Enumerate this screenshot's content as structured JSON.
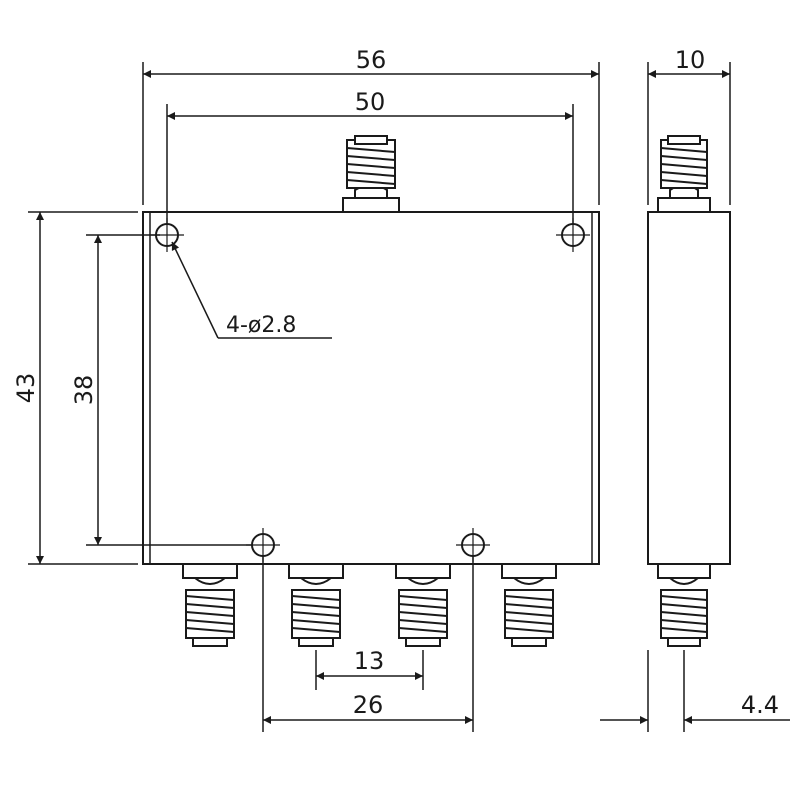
{
  "drawing": {
    "front_view": {
      "width_overall": "56",
      "hole_spacing_horizontal": "50",
      "height_overall": "43",
      "hole_spacing_vertical": "38",
      "mounting_holes": "4-ø2.8",
      "port_pitch": "13",
      "bottom_hole_spacing": "26"
    },
    "side_view": {
      "thickness": "10",
      "connector_offset": "4.4"
    }
  }
}
